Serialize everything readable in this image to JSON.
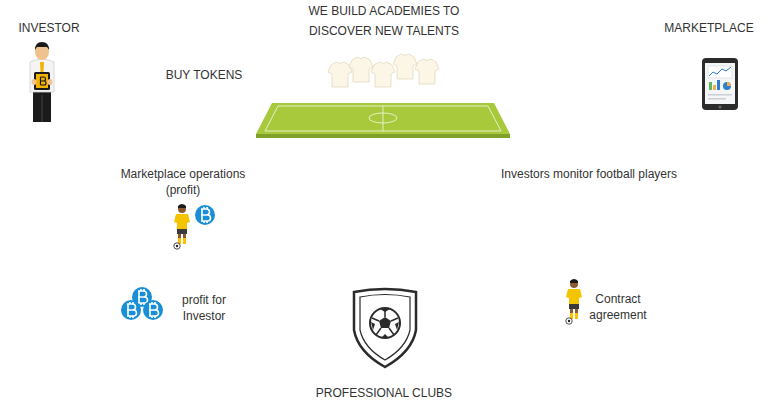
{
  "diagram": {
    "labels": [
      "INVESTOR",
      "WE BUILD ACADEMIES TO DISCOVER NEW TALENTS",
      "MARKETPLACE",
      "BUY TOKENS",
      "Marketplace operations (profit)",
      "Investors monitor football players",
      "profit for Investor",
      "Contract agreement",
      "PROFESSIONAL CLUBS"
    ]
  }
}
